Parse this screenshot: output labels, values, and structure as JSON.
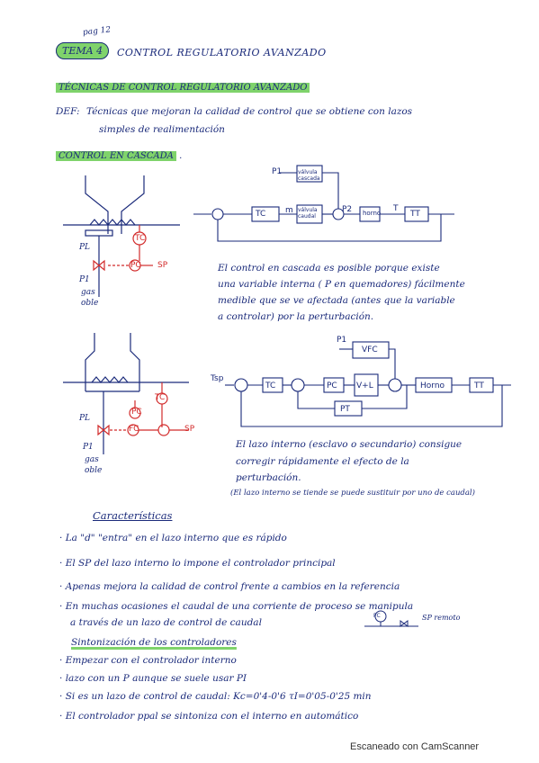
{
  "page_num": "pag 12",
  "header": {
    "tema": "TEMA 4",
    "title": "CONTROL REGULATORIO AVANZADO"
  },
  "section1": {
    "heading": "TÉCNICAS DE CONTROL REGULATORIO AVANZADO",
    "def_label": "DEF:",
    "def_line1": "Técnicas que mejoran la calidad de control que se obtiene con lazos",
    "def_line2": "simples de realimentación"
  },
  "section2": {
    "heading": "CONTROL EN CASCADA",
    "d1_p1": "P1",
    "d1_pL": "PL",
    "d1_gas": "gas",
    "d1_oble": "oble",
    "d1_tc": "TC",
    "d1_pc": "PC",
    "d1_sp": "SP",
    "blk_valvula_cascada": "válvula cascada",
    "blk_tc": "TC",
    "blk_m": "m",
    "blk_valvula_caudal": "válvula caudal",
    "blk_horno": "horno",
    "blk_tt": "TT",
    "lbl_p1": "P1",
    "lbl_p2": "P2",
    "lbl_T": "T",
    "text1_l1": "El control en cascada es posible porque existe",
    "text1_l2": "una variable interna ( P en quemadores) fácilmente",
    "text1_l3": "medible que se ve afectada (antes que la variable",
    "text1_l4": "a controlar) por la perturbación."
  },
  "section3": {
    "d2_p1": "P1",
    "d2_pL": "PL",
    "d2_gas": "gas",
    "d2_oble": "oble",
    "d2_tc": "TC",
    "d2_pc": "PC",
    "d2_fc": "FC",
    "d2_sp": "SP",
    "b_p1": "P1",
    "b_vfc": "VFC",
    "b_tsp": "Tsp",
    "b_tc": "TC",
    "b_pc": "PC",
    "b_v": "V+L",
    "b_horno": "Horno",
    "b_tt": "TT",
    "b_pt": "PT",
    "text2_l1": "El lazo interno (esclavo o secundario) consigue",
    "text2_l2": "corregir rápidamente el efecto de la",
    "text2_l3": "perturbación.",
    "text2_l4": "(El lazo interno se tiende se puede sustituir por uno de caudal)"
  },
  "caracteristicas": {
    "heading": "Características",
    "items": [
      "La \"d\" \"entra\" en el lazo interno que es rápido",
      "El SP del lazo interno lo impone el controlador principal",
      "Apenas mejora la calidad de control frente a cambios en la referencia",
      "En muchas ocasiones el caudal de una corriente de proceso se manipula",
      "a través de un lazo de control de caudal"
    ],
    "fc_label": "FC",
    "sp_remoto": "SP remoto"
  },
  "sintonizacion": {
    "heading": "Sintonización de los controladores",
    "items": [
      "Empezar con el controlador interno",
      "lazo con un P aunque se suele usar PI",
      "Si es un lazo de control de caudal: Kc=0'4-0'6   τI=0'05-0'25 min",
      "El controlador ppal se sintoniza con el interno en automático"
    ]
  },
  "footer": {
    "scanner": "Escaneado con CamScanner"
  },
  "colors": {
    "ink": "#1a2a7a",
    "highlight": "#7fd36b",
    "red": "#d22a2a"
  }
}
